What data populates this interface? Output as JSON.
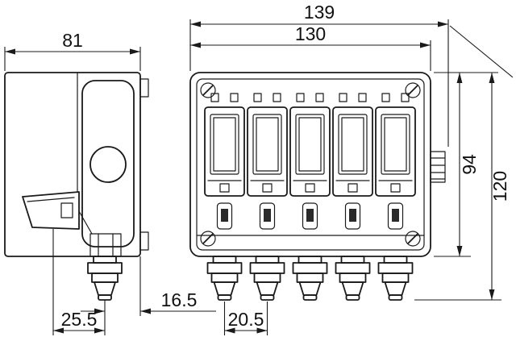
{
  "drawing": {
    "dimensions": {
      "top_overall": "139",
      "top_body": "130",
      "left_depth": "81",
      "right_body_height": "94",
      "right_overall_height": "120",
      "bottom_gland_offset": "16.5",
      "bottom_side_gland_position": "25.5",
      "bottom_front_gland_position": "20.5"
    },
    "colors": {
      "line": "#1a1a1a",
      "background": "#ffffff",
      "slot_fill": "#2a2a2a"
    }
  }
}
